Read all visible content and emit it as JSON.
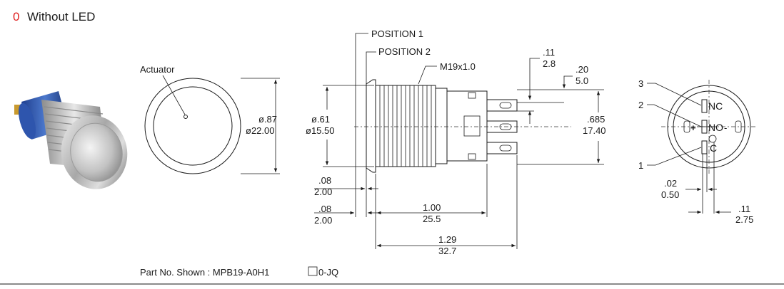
{
  "header": {
    "code": "0",
    "title": "Without LED",
    "code_color": "#e02020"
  },
  "labels": {
    "actuator": "Actuator",
    "position1": "POSITION 1",
    "position2": "POSITION 2",
    "thread": "M19x1.0",
    "part_no": "Part No. Shown : MPB19-A0H1",
    "part_no_suffix": "0-JQ"
  },
  "dimensions": {
    "front_dia_in": "ø.87",
    "front_dia_mm": "ø22.00",
    "body_dia_in": "ø.61",
    "body_dia_mm": "ø15.50",
    "term_gap_in": ".11",
    "term_gap_mm": "2.8",
    "term_len_in": ".20",
    "term_len_mm": "5.0",
    "term_span_in": ".685",
    "term_span_mm": "17.40",
    "bezel1_in": ".08",
    "bezel1_mm": "2.00",
    "bezel2_in": ".08",
    "bezel2_mm": "2.00",
    "body_len_in": "1.00",
    "body_len_mm": "25.5",
    "total_len_in": "1.29",
    "total_len_mm": "32.7",
    "pin_w_in": ".02",
    "pin_w_mm": "0.50",
    "pin_pitch_in": ".11",
    "pin_pitch_mm": "2.75"
  },
  "terminals": {
    "callout_3": "3",
    "callout_2": "2",
    "callout_1": "1",
    "nc": "NC",
    "no": "NO",
    "c": "C",
    "plus": "+",
    "minus": "-"
  },
  "icons": {
    "photo": "switch-photo-icon",
    "checkbox": "empty-square-icon"
  }
}
